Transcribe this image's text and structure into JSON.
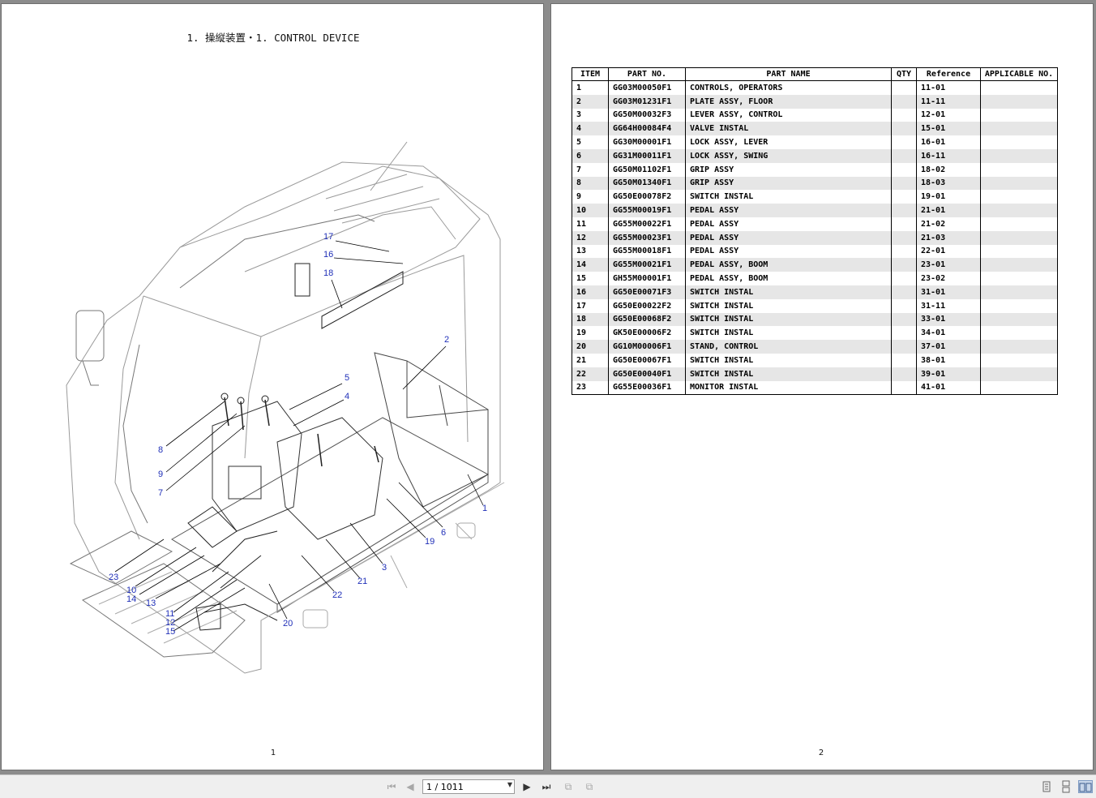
{
  "left_page": {
    "title": "1. 操縦装置・1. CONTROL DEVICE",
    "page_number": "1",
    "callouts": [
      "17",
      "16",
      "18",
      "2",
      "5",
      "4",
      "8",
      "9",
      "7",
      "1",
      "6",
      "19",
      "3",
      "21",
      "22",
      "20",
      "23",
      "10",
      "14",
      "13",
      "11",
      "12",
      "15"
    ]
  },
  "right_page": {
    "page_number": "2",
    "table": {
      "headers": [
        "ITEM",
        "PART NO.",
        "PART NAME",
        "QTY",
        "Reference",
        "APPLICABLE NO."
      ],
      "rows": [
        [
          "1",
          "GG03M00050F1",
          "CONTROLS, OPERATORS",
          "",
          "11-01",
          ""
        ],
        [
          "2",
          "GG03M01231F1",
          "PLATE ASSY, FLOOR",
          "",
          "11-11",
          ""
        ],
        [
          "3",
          "GG50M00032F3",
          "LEVER ASSY, CONTROL",
          "",
          "12-01",
          ""
        ],
        [
          "4",
          "GG64H00084F4",
          "VALVE INSTAL",
          "",
          "15-01",
          ""
        ],
        [
          "5",
          "GG30M00001F1",
          "LOCK ASSY, LEVER",
          "",
          "16-01",
          ""
        ],
        [
          "6",
          "GG31M00011F1",
          "LOCK ASSY, SWING",
          "",
          "16-11",
          ""
        ],
        [
          "7",
          "GG50M01102F1",
          "GRIP ASSY",
          "",
          "18-02",
          ""
        ],
        [
          "8",
          "GG50M01340F1",
          "GRIP ASSY",
          "",
          "18-03",
          ""
        ],
        [
          "9",
          "GG50E00078F2",
          "SWITCH INSTAL",
          "",
          "19-01",
          ""
        ],
        [
          "10",
          "GG55M00019F1",
          "PEDAL ASSY",
          "",
          "21-01",
          ""
        ],
        [
          "11",
          "GG55M00022F1",
          "PEDAL ASSY",
          "",
          "21-02",
          ""
        ],
        [
          "12",
          "GG55M00023F1",
          "PEDAL ASSY",
          "",
          "21-03",
          ""
        ],
        [
          "13",
          "GG55M00018F1",
          "PEDAL ASSY",
          "",
          "22-01",
          ""
        ],
        [
          "14",
          "GG55M00021F1",
          "PEDAL ASSY, BOOM",
          "",
          "23-01",
          ""
        ],
        [
          "15",
          "GH55M00001F1",
          "PEDAL ASSY, BOOM",
          "",
          "23-02",
          ""
        ],
        [
          "16",
          "GG50E00071F3",
          "SWITCH INSTAL",
          "",
          "31-01",
          ""
        ],
        [
          "17",
          "GG50E00022F2",
          "SWITCH INSTAL",
          "",
          "31-11",
          ""
        ],
        [
          "18",
          "GG50E00068F2",
          "SWITCH INSTAL",
          "",
          "33-01",
          ""
        ],
        [
          "19",
          "GK50E00006F2",
          "SWITCH INSTAL",
          "",
          "34-01",
          ""
        ],
        [
          "20",
          "GG10M00006F1",
          "STAND, CONTROL",
          "",
          "37-01",
          ""
        ],
        [
          "21",
          "GG50E00067F1",
          "SWITCH INSTAL",
          "",
          "38-01",
          ""
        ],
        [
          "22",
          "GG50E00040F1",
          "SWITCH INSTAL",
          "",
          "39-01",
          ""
        ],
        [
          "23",
          "GG55E00036F1",
          "MONITOR INSTAL",
          "",
          "41-01",
          ""
        ]
      ]
    }
  },
  "toolbar": {
    "page_indicator": "1 / 1011",
    "icons": {
      "first": "first-page-icon",
      "prev": "previous-page-icon",
      "next": "next-page-icon",
      "last": "last-page-icon",
      "view_single": "single-page-view-icon",
      "view_continuous": "continuous-view-icon",
      "view_facing": "facing-pages-view-icon"
    }
  }
}
